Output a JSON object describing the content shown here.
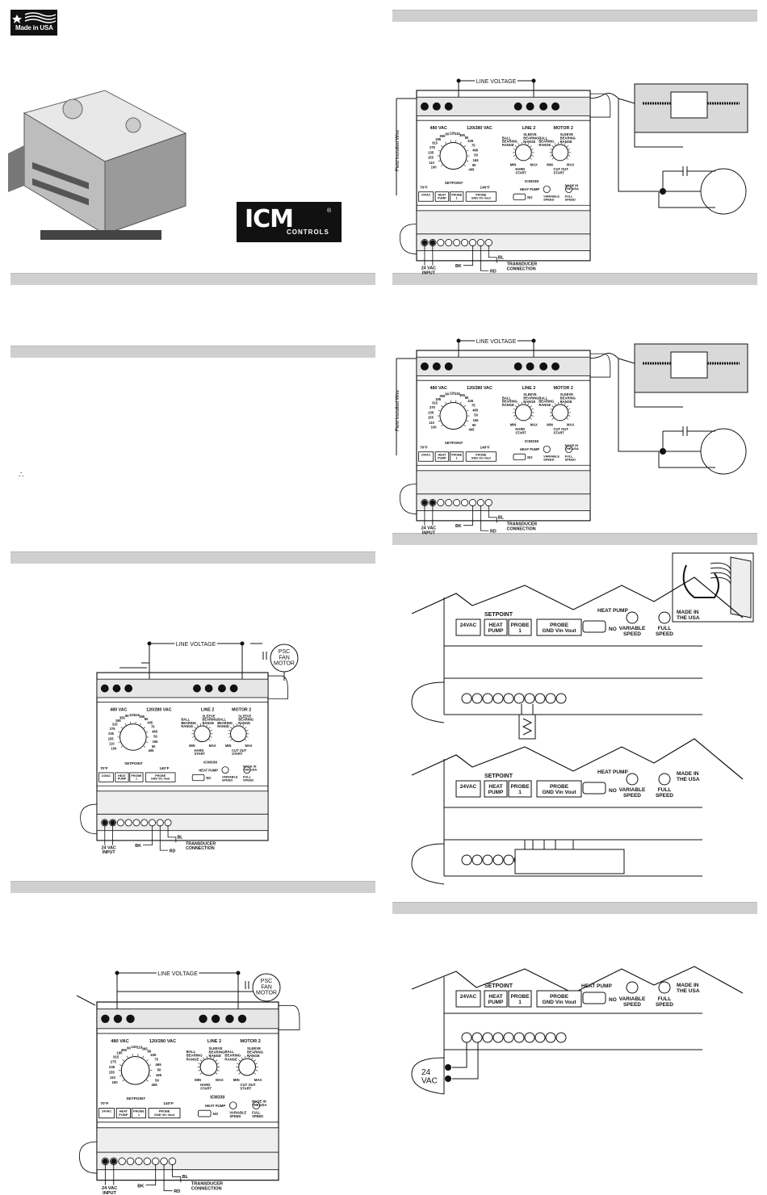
{
  "badge": {
    "label": "Made in USA"
  },
  "logo": {
    "brand": "ICM",
    "sub": "CONTROLS",
    "reg": "®"
  },
  "symbol": "∴",
  "device": {
    "line_voltage": "LINE VOLTAGE",
    "vac_left": "480 VAC",
    "vac_right": "120/280 VAC",
    "line2": "LINE 2",
    "motor2": "MOTOR 2",
    "setpoint": "SETPOINT",
    "temp_low": "70°F",
    "temp_high": "140°F",
    "ball": "BALL\nBEARING\nRANGE",
    "sleeve": "SLEEVE\nBEARING\nRANGE",
    "min": "MIN",
    "max": "MAX",
    "hard_start": "HARD\nSTART",
    "cut_out": "CUT OUT\nSTART",
    "model": "ICM330",
    "heat_pump": "HEAT PUMP",
    "no": "NO",
    "variable_speed": "VARIABLE\nSPEED",
    "full_speed": "FULL\nSPEED",
    "made_in": "MADE IN\nTHE USA",
    "t24vac": "24VAC",
    "heat_pump_box": "HEAT\nPUMP",
    "probe1": "PROBE\n1",
    "probe_box": "PROBE\nGND Vin Vout",
    "input": "24 VAC\nINPUT",
    "bk": "BK",
    "rd": "RD",
    "bl": "BL",
    "transducer": "TRANSDUCER\nCONNECTION",
    "psc": "PSC\nFAN\nMOTOR",
    "field_wire": "Field Installed Wire",
    "vac24": "24\nVAC",
    "dial_nums": [
      "100",
      "110",
      "155",
      "235",
      "275",
      "315",
      "195",
      "355",
      "90",
      "120",
      "115",
      "395",
      "80",
      "435",
      "75",
      "465",
      "50",
      "165",
      "50",
      "405"
    ]
  }
}
